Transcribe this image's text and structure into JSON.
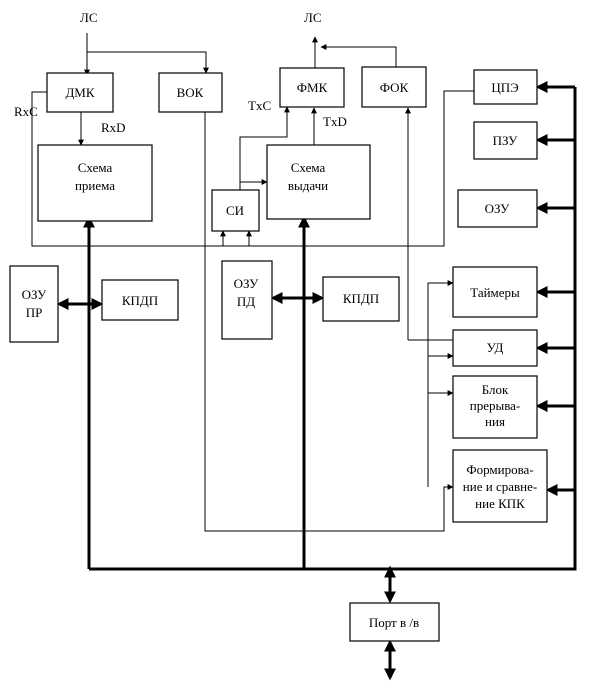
{
  "blocks": {
    "dmk": "ДМК",
    "vok": "ВОК",
    "fmk": "ФМК",
    "fok": "ФОК",
    "cpe": "ЦПЭ",
    "pzu": "ПЗУ",
    "ozu": "ОЗУ",
    "rx_scheme": [
      "Схема",
      "приема"
    ],
    "tx_scheme": [
      "Схема",
      "выдачи"
    ],
    "si": "СИ",
    "ozu_pr": [
      "ОЗУ",
      "ПР"
    ],
    "kpdp_left": "КПДП",
    "ozu_pd": [
      "ОЗУ",
      "ПД"
    ],
    "kpdp_right": "КПДП",
    "timers": "Таймеры",
    "ud": "УД",
    "interrupt": [
      "Блок",
      "прерыва-",
      "ния"
    ],
    "kpk": [
      "Формирова-",
      "ние и сравне-",
      "ние КПК"
    ],
    "port": "Порт в /в"
  },
  "signals": {
    "ls_in": "ЛС",
    "ls_out": "ЛС",
    "rxc": "RxC",
    "rxd": "RxD",
    "txc": "TxC",
    "txd": "TxD"
  }
}
